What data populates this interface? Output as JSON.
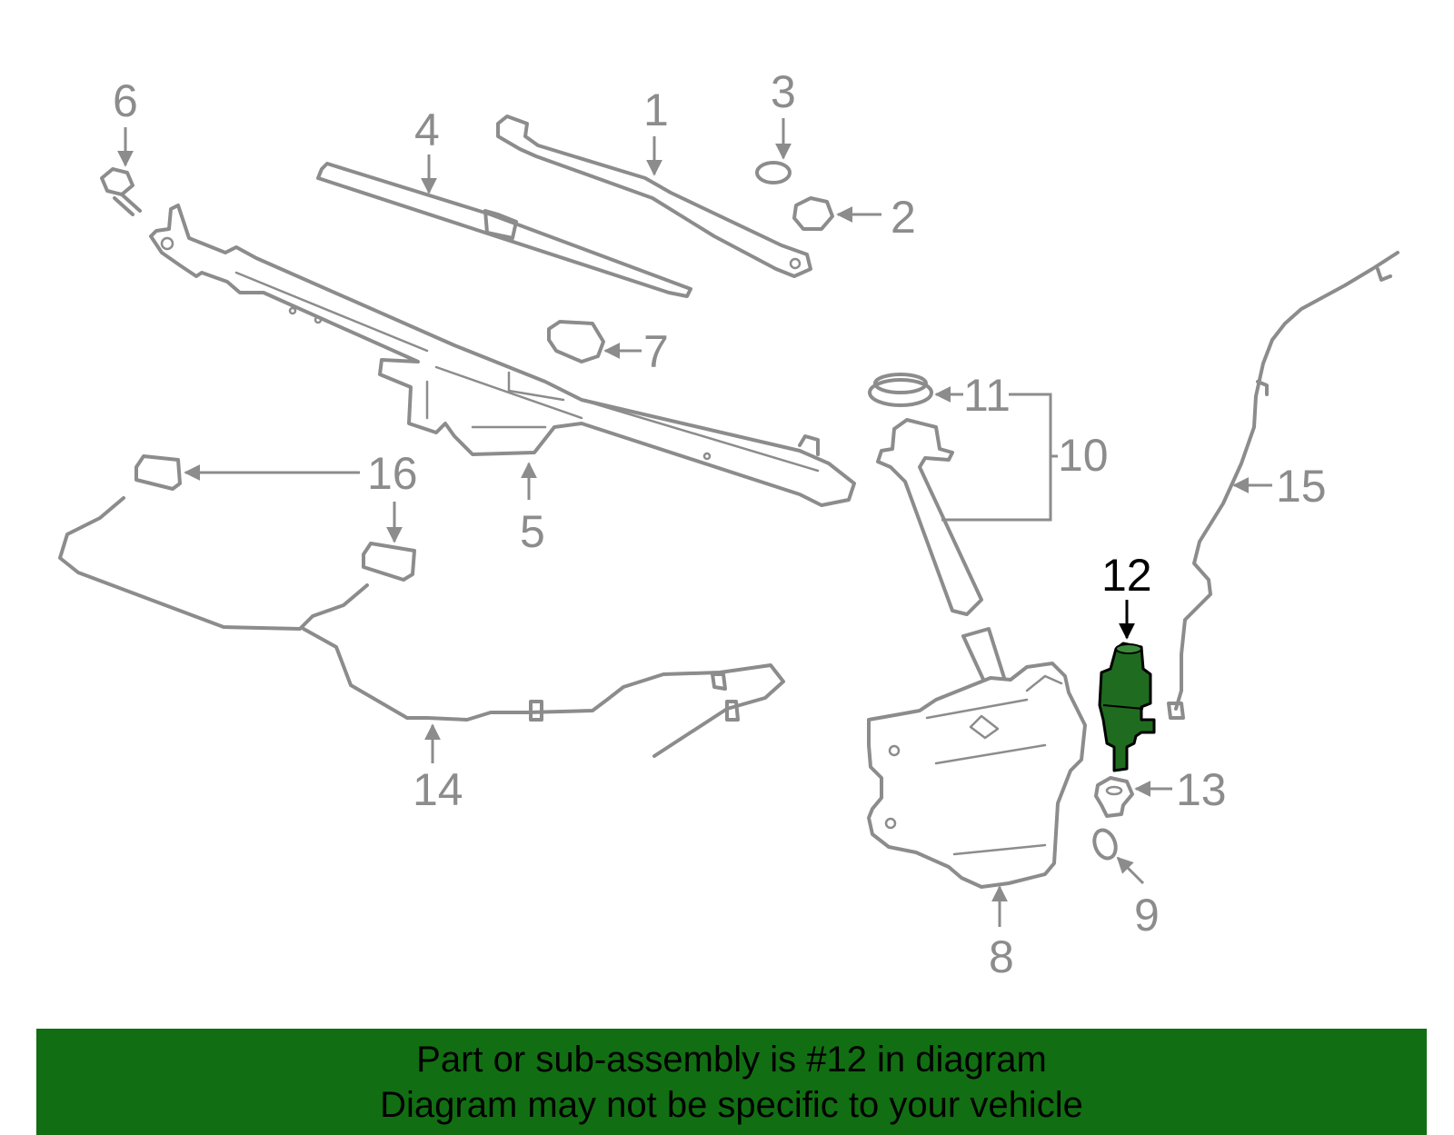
{
  "callouts": {
    "c1": "1",
    "c2": "2",
    "c3": "3",
    "c4": "4",
    "c5": "5",
    "c6": "6",
    "c7": "7",
    "c8": "8",
    "c9": "9",
    "c10": "10",
    "c11": "11",
    "c12": "12",
    "c13": "13",
    "c14": "14",
    "c15": "15",
    "c16": "16"
  },
  "highlighted_part": "12",
  "colors": {
    "line_art": "#8c8c8c",
    "highlight_fill": "#1f6b1f",
    "banner_bg": "#126e12",
    "highlight_text": "#000000"
  },
  "banner": {
    "line1": "Part or sub-assembly is #12 in diagram",
    "line2": "Diagram may not be specific to your vehicle"
  }
}
